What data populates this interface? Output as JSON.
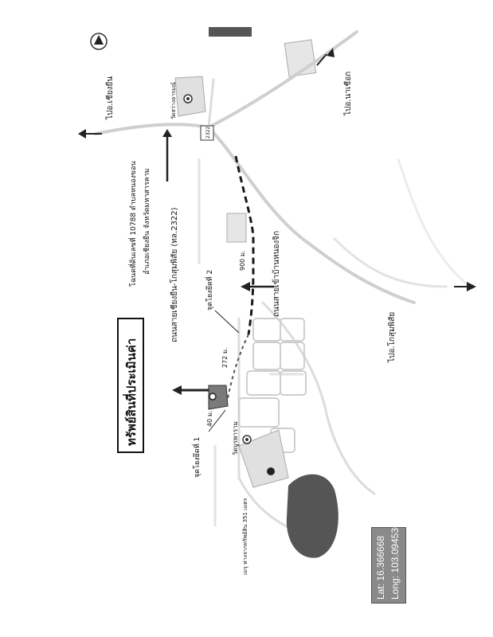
{
  "map": {
    "title": "ทรัพย์สินที่ประเมินค่า",
    "title_note_1": "โฉนดที่ดินเลขที่ 10788 ตำบลหนองขอน",
    "title_note_2": "อำเภอเชียงยืน จังหวัดมหาสารคาม",
    "labels": {
      "to_chiang_yuen": "ไปอ.เชียงยืน",
      "to_na_chueak": "ไปอ.นาเชือก",
      "to_kosum_phisai": "ไปอ.โกสุมพิสัย",
      "main_road": "ถนนสายเชียงยืน-โกสุมพิสัย (ทล.2322)",
      "side_road": "ถนนสายเข้าบ้านหนองจิก",
      "reference_point_1": "จุดโยงยึดที่ 1",
      "reference_point_2": "จุดโยงยึดที่ 2",
      "temple_1": "วัดบูรพาราม",
      "temple_2": "วัดสว่างอารมณ์",
      "distance_272": "272 ม.",
      "distance_40": "40 ม.",
      "distance_900": "900 ม.",
      "distance_351": "เมรุ ห่างจากทรัพย์สิน 351 เมตร",
      "route_shield": "2322"
    },
    "coordinates": {
      "lat": "Lat: 16.366668",
      "long": "Long: 103.094530"
    },
    "icons": [
      "north-arrow-icon",
      "temple-icon",
      "property-marker-icon",
      "crematorium-icon"
    ],
    "colors": {
      "road": "#cfcfcf",
      "parcel_fill": "#7a7a7a",
      "pond_fill": "#555555",
      "dashed_route": "#1a1a1a",
      "coord_box": "#8a8a8a"
    }
  }
}
